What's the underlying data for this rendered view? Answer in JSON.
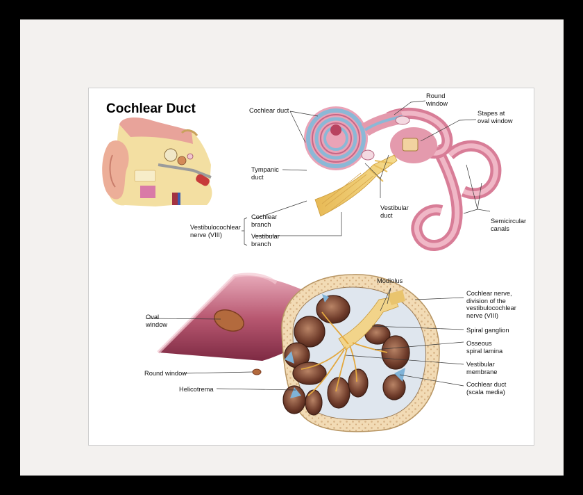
{
  "diagram": {
    "title": "Cochlear Duct",
    "labels": {
      "cochlear_duct_top": "Cochlear duct",
      "round_window_top": "Round\nwindow",
      "stapes": "Stapes at\noval window",
      "tympanic_duct": "Tympanic\nduct",
      "vestibular_duct": "Vestibular\nduct",
      "cochlear_branch": "Cochlear\nbranch",
      "vestibulocochlear_nerve": "Vestibulocochlear\nnerve (VIII)",
      "vestibular_branch": "Vestibular\nbranch",
      "semicircular_canals": "Semicircular\ncanals",
      "modiolus": "Modiolus",
      "cochlear_nerve_division": "Cochlear nerve,\ndivision of the\nvestibulocochlear\nnerve (VIII)",
      "oval_window": "Oval\nwindow",
      "spiral_ganglion": "Spiral ganglion",
      "osseous_spiral_lamina": "Osseous\nspiral lamina",
      "round_window_bottom": "Round window",
      "vestibular_membrane": "Vestibular\nmembrane",
      "helicotrema": "Helicotrema",
      "cochlear_duct_scala_media": "Cochlear duct\n(scala media)"
    }
  }
}
